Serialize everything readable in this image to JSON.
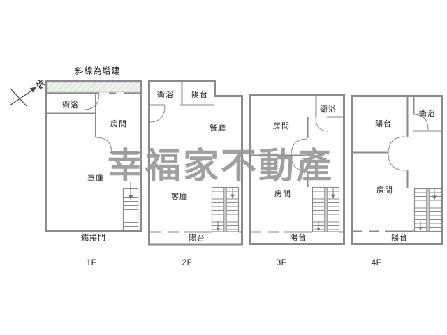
{
  "annotations": {
    "north": "北",
    "hatch_note": "斜線為增建"
  },
  "watermark": {
    "text": "幸福家不動產"
  },
  "colors": {
    "wall": "#8a8a8a",
    "label_text": "#1c1c1c",
    "watermark": "#999999",
    "hatch_background": "#edf2ec",
    "hatch_line": "#cfdecb",
    "north_arrow": "#444444"
  },
  "floors": [
    {
      "name": "1F",
      "rooms": {
        "bath": "衛浴",
        "bedroom": "房間",
        "garage": "車庫"
      },
      "exterior": {
        "rolling_door": "鐵捲門"
      }
    },
    {
      "name": "2F",
      "rooms": {
        "bath": "衛浴",
        "balcony_top": "陽台",
        "dining": "餐廳",
        "living": "客廳"
      },
      "exterior": {
        "balcony_bottom": "陽台"
      }
    },
    {
      "name": "3F",
      "rooms": {
        "bedroom_top": "房間",
        "bath": "衛浴",
        "bedroom_bottom": "房間"
      },
      "exterior": {
        "balcony_bottom": "陽台"
      }
    },
    {
      "name": "4F",
      "rooms": {
        "balcony_top": "陽台",
        "bath": "衛浴",
        "bedroom": "房間"
      },
      "exterior": {
        "balcony_bottom": "陽台"
      }
    }
  ]
}
